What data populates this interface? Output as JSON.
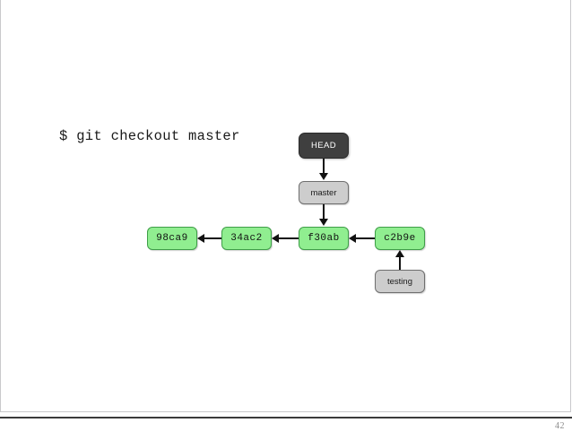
{
  "slide": {
    "command": "$ git checkout master",
    "page_number": "42",
    "colors": {
      "commit_fill": "#90ee90",
      "commit_border": "#3f9e48",
      "branch_fill": "#cdcdcd",
      "branch_border": "#6f6f6f",
      "head_fill": "#3f3f3f",
      "head_text": "#ffffff",
      "arrow": "#111111"
    }
  },
  "graph": {
    "head": {
      "label": "HEAD"
    },
    "branches": [
      {
        "label": "master"
      },
      {
        "label": "testing"
      }
    ],
    "commits": [
      {
        "label": "98ca9"
      },
      {
        "label": "34ac2"
      },
      {
        "label": "f30ab"
      },
      {
        "label": "c2b9e"
      }
    ],
    "arrows": [
      {
        "from": "HEAD",
        "to": "master",
        "direction": "down"
      },
      {
        "from": "master",
        "to": "f30ab",
        "direction": "down"
      },
      {
        "from": "34ac2",
        "to": "98ca9",
        "direction": "left"
      },
      {
        "from": "f30ab",
        "to": "34ac2",
        "direction": "left"
      },
      {
        "from": "c2b9e",
        "to": "f30ab",
        "direction": "left"
      },
      {
        "from": "testing",
        "to": "c2b9e",
        "direction": "up"
      }
    ]
  }
}
